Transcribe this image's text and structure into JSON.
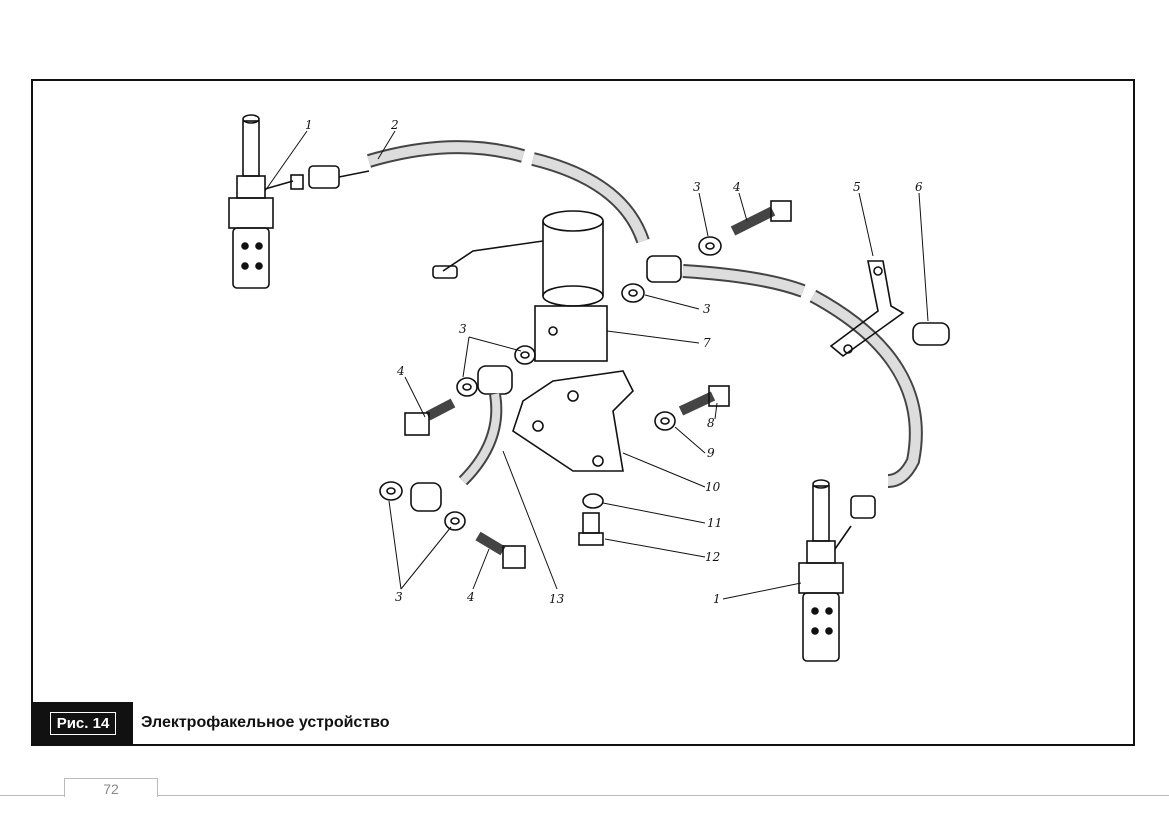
{
  "figure": {
    "tag": "Рис. 14",
    "title": "Электрофакельное устройство"
  },
  "callouts": [
    "1",
    "2",
    "3",
    "4",
    "5",
    "6",
    "3",
    "3",
    "7",
    "4",
    "8",
    "9",
    "10",
    "11",
    "12",
    "1",
    "3",
    "4",
    "13"
  ],
  "page_number": "72"
}
